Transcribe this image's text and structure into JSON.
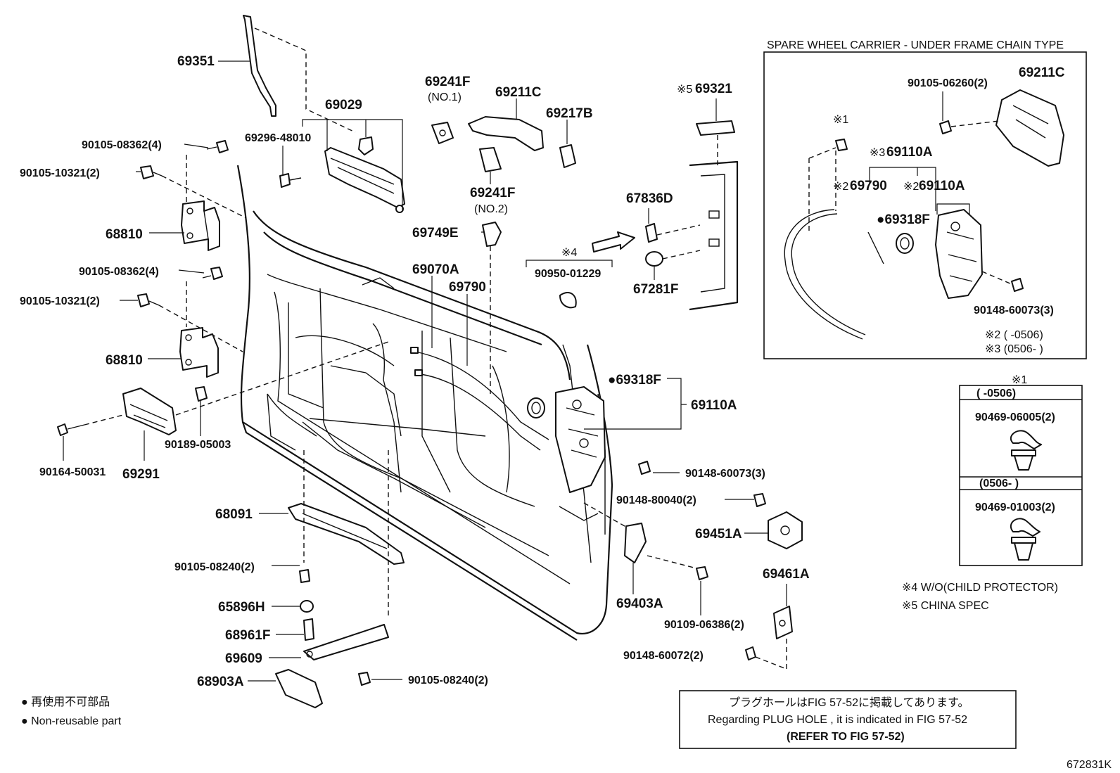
{
  "figure_id": "672831K",
  "inset": {
    "title": "SPARE WHEEL CARRIER - UNDER FRAME CHAIN TYPE",
    "labels": {
      "bolt": "90105-06260(2)",
      "handle": "69211C",
      "clip_mark": "※1",
      "lock_mark": "※3",
      "lock": "69110A",
      "cable_mark": "※2",
      "cable": "69790",
      "lock2_mark": "※2",
      "lock2": "69110A",
      "grommet": "●69318F",
      "screw": "90148-60073(3)",
      "note2": "※2 (        -0506)",
      "note3": "※3 (0506-        )"
    }
  },
  "clip_table": {
    "mark": "※1",
    "row1_range": "(        -0506)",
    "row1_part": "90469-06005(2)",
    "row2_range": "(0506-        )",
    "row2_part": "90469-01003(2)"
  },
  "notes": {
    "n4": "※4  W/O(CHILD PROTECTOR)",
    "n5": "※5  CHINA SPEC"
  },
  "legend": {
    "jp": "● 再使用不可部品",
    "en": "● Non-reusable part"
  },
  "plug_note": {
    "line1": "プラグホールはFIG 57-52に掲載してあります。",
    "line2": "Regarding  PLUG  HOLE , it is indicated in FIG  57-52",
    "line3": "(REFER  TO  FIG  57-52)"
  },
  "labels": {
    "rod": "69351",
    "handle_assy": "69029",
    "handle_bolt": "69296-48010",
    "b1": "90105-08362(4)",
    "b2": "90105-10321(2)",
    "hinge1": "68810",
    "b3": "90105-08362(4)",
    "b4": "90105-10321(2)",
    "hinge2": "68810",
    "pad1": "69241F",
    "pad1_no": "(NO.1)",
    "outer_handle": "69211C",
    "pad_small": "69217B",
    "pad2": "69241F",
    "pad2_no": "(NO.2)",
    "rod_clip": "69749E",
    "cable_a": "69070A",
    "cable_b": "69790",
    "grommet": "●69318F",
    "lock": "69110A",
    "inner_handle": "69291",
    "clip": "90189-05003",
    "screw_l": "90164-50031",
    "screw_lock": "90148-60073(3)",
    "bolt_striker": "90148-80040(2)",
    "striker": "69451A",
    "check": "69403A",
    "bolt_check": "90109-06386(2)",
    "lower_striker": "69461A",
    "bolt_lower": "90148-60072(2)",
    "stay": "68091",
    "bolt_stay": "90105-08240(2)",
    "bumper": "65896H",
    "bolt_link": "68961F",
    "link": "69609",
    "bracket": "68903A",
    "bolt_bracket": "90105-08240(2)",
    "cushion": "67836D",
    "bumper_r": "67281F",
    "china_mark": "※5",
    "china_part": "69321",
    "child_mark": "※4",
    "child_part": "90950-01229"
  }
}
